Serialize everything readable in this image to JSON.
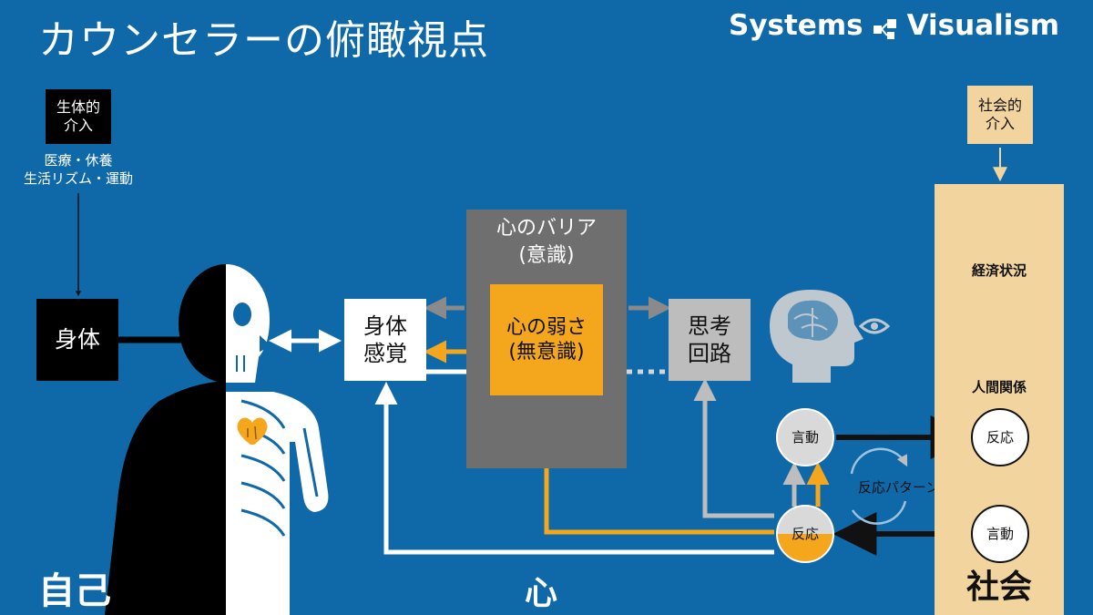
{
  "title": "カウンセラーの俯瞰視点",
  "brand": {
    "left": "Systems",
    "right": "Visualism",
    "logo_icon": "network-nodes-icon"
  },
  "bio": {
    "label_line1": "生体的",
    "label_line2": "介入",
    "note_line1": "医療・休養",
    "note_line2": "生活リズム・運動"
  },
  "body_box": {
    "label": "身体"
  },
  "self_label": "自己",
  "senses": {
    "line1": "身体",
    "line2": "感覚"
  },
  "barrier": {
    "line1": "心のバリア",
    "line2": "(意識)"
  },
  "weakness": {
    "line1": "心の弱さ",
    "line2": "(無意識)"
  },
  "thinking": {
    "line1": "思考",
    "line2": "回路"
  },
  "mind_label": "心",
  "speech_self": "言動",
  "reaction_self": "反応",
  "pattern_label": "反応パターン",
  "social": {
    "label_line1": "社会的",
    "label_line2": "介入",
    "economy": "経済状況",
    "relations": "人間関係",
    "reaction": "反応",
    "speech": "言動",
    "society": "社会"
  },
  "colors": {
    "background": "#0f68a8",
    "accent": "#f4a71d",
    "society_panel": "#f2d49f",
    "barrier": "#6f6f6f",
    "thinking": "#bdbdbd"
  }
}
